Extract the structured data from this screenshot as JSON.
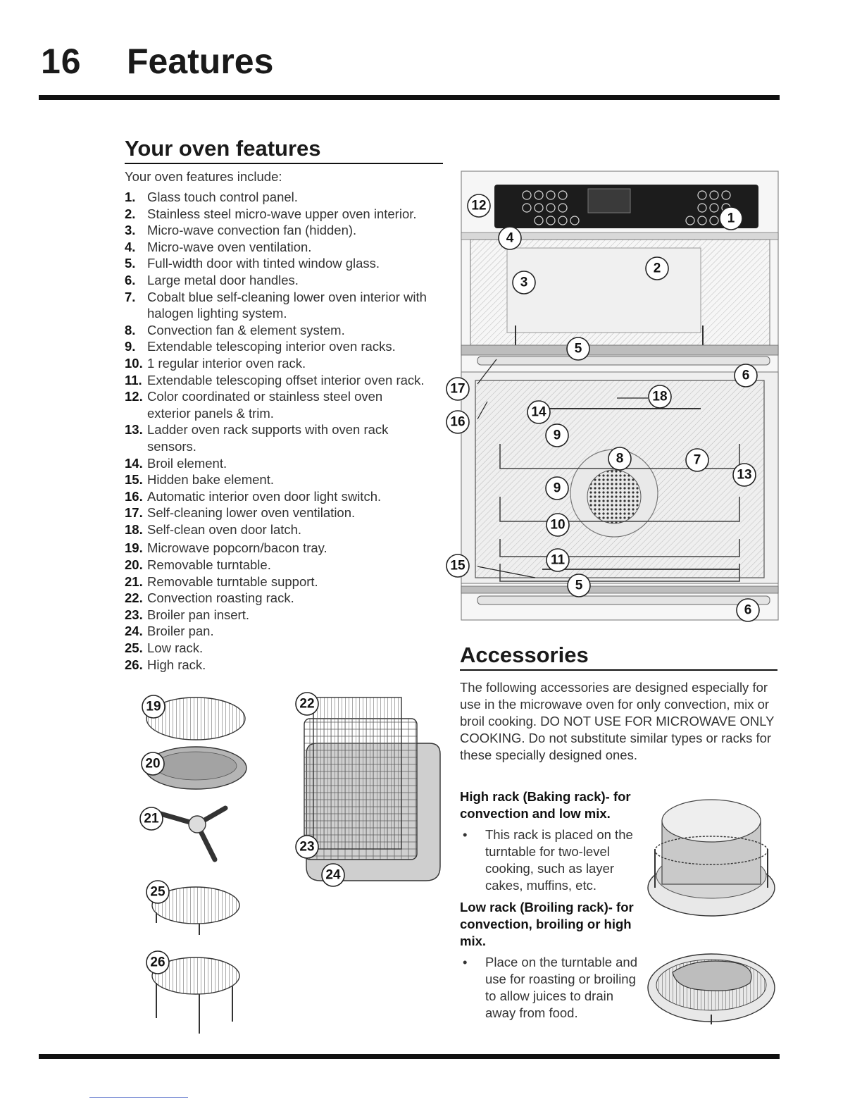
{
  "header": {
    "page_number": "16",
    "title": "Features"
  },
  "oven_features": {
    "title": "Your oven features",
    "intro": "Your oven features include:",
    "items": [
      {
        "num": "1.",
        "text": "Glass touch control panel."
      },
      {
        "num": "2.",
        "text": "Stainless steel micro-wave upper oven interior."
      },
      {
        "num": "3.",
        "text": "Micro-wave convection fan (hidden)."
      },
      {
        "num": "4.",
        "text": "Micro-wave oven ventilation."
      },
      {
        "num": "5.",
        "text": "Full-width door with tinted window glass."
      },
      {
        "num": "6.",
        "text": "Large metal door handles."
      },
      {
        "num": "7.",
        "text": "Cobalt blue self-cleaning lower oven interior with halogen lighting system."
      },
      {
        "num": "8.",
        "text": "Convection fan & element system."
      },
      {
        "num": "9.",
        "text": "Extendable telescoping interior oven racks."
      },
      {
        "num": "10.",
        "text": "1 regular interior oven rack."
      },
      {
        "num": "11.",
        "text": "Extendable telescoping offset interior oven rack."
      },
      {
        "num": "12.",
        "text": "Color coordinated or stainless steel oven exterior panels & trim."
      },
      {
        "num": "13.",
        "text": "Ladder oven rack supports with oven rack sensors."
      },
      {
        "num": "14.",
        "text": "Broil element."
      },
      {
        "num": "15.",
        "text": "Hidden bake element."
      },
      {
        "num": "16.",
        "text": "Automatic interior oven door light switch."
      },
      {
        "num": "17.",
        "text": "Self-cleaning lower oven ventilation."
      },
      {
        "num": "18.",
        "text": "Self-clean oven door latch."
      },
      {
        "num": "19.",
        "text": "Microwave popcorn/bacon tray."
      },
      {
        "num": "20.",
        "text": "Removable turntable."
      },
      {
        "num": "21.",
        "text": "Removable turntable support."
      },
      {
        "num": "22.",
        "text": "Convection roasting rack."
      },
      {
        "num": "23.",
        "text": "Broiler pan insert."
      },
      {
        "num": "24.",
        "text": "Broiler pan."
      },
      {
        "num": "25.",
        "text": "Low rack."
      },
      {
        "num": "26.",
        "text": "High rack."
      }
    ]
  },
  "oven_diagram": {
    "callouts": [
      "12",
      "1",
      "4",
      "2",
      "3",
      "5",
      "6",
      "17",
      "18",
      "16",
      "14",
      "9",
      "8",
      "7",
      "13",
      "9",
      "10",
      "15",
      "11",
      "5",
      "6"
    ]
  },
  "accessory_figure": {
    "callouts": [
      "19",
      "20",
      "21",
      "25",
      "26",
      "22",
      "23",
      "24"
    ]
  },
  "accessories": {
    "title": "Accessories",
    "body": "The following accessories are designed especially for use in the microwave oven for only convection, mix or broil cooking. DO NOT USE FOR MICROWAVE ONLY COOKING. Do not substitute similar types or racks for these specially designed ones.",
    "high_rack": {
      "heading": "High rack (Baking rack)- for convection and low mix.",
      "bullet": "This rack is placed on the turntable for two-level cooking, such as layer cakes, muffins, etc."
    },
    "low_rack": {
      "heading": "Low rack (Broiling rack)- for convection, broiling or high mix.",
      "bullet": "Place on the turntable and use for roasting or broiling to allow juices to drain away from food."
    },
    "bullet_symbol": "•"
  }
}
